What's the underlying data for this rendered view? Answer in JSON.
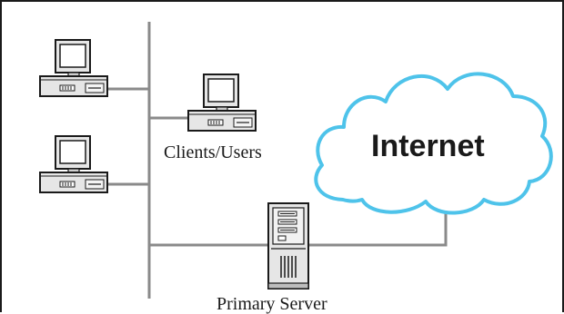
{
  "diagram": {
    "nodes": {
      "client_1": {
        "type": "desktop-computer-icon"
      },
      "client_2": {
        "type": "desktop-computer-icon"
      },
      "client_3": {
        "type": "desktop-computer-icon"
      },
      "server": {
        "type": "server-tower-icon"
      },
      "cloud": {
        "type": "cloud-icon",
        "fill": "#ffffff",
        "stroke": "#4ec3ea"
      }
    },
    "labels": {
      "clients": "Clients/Users",
      "internet": "Internet",
      "server": "Primary Server"
    },
    "colors": {
      "line": "#8a8a8a",
      "cloud_stroke": "#4ec3ea",
      "device_fill": "#e6e6e6",
      "device_outline": "#1a1a1a"
    }
  }
}
